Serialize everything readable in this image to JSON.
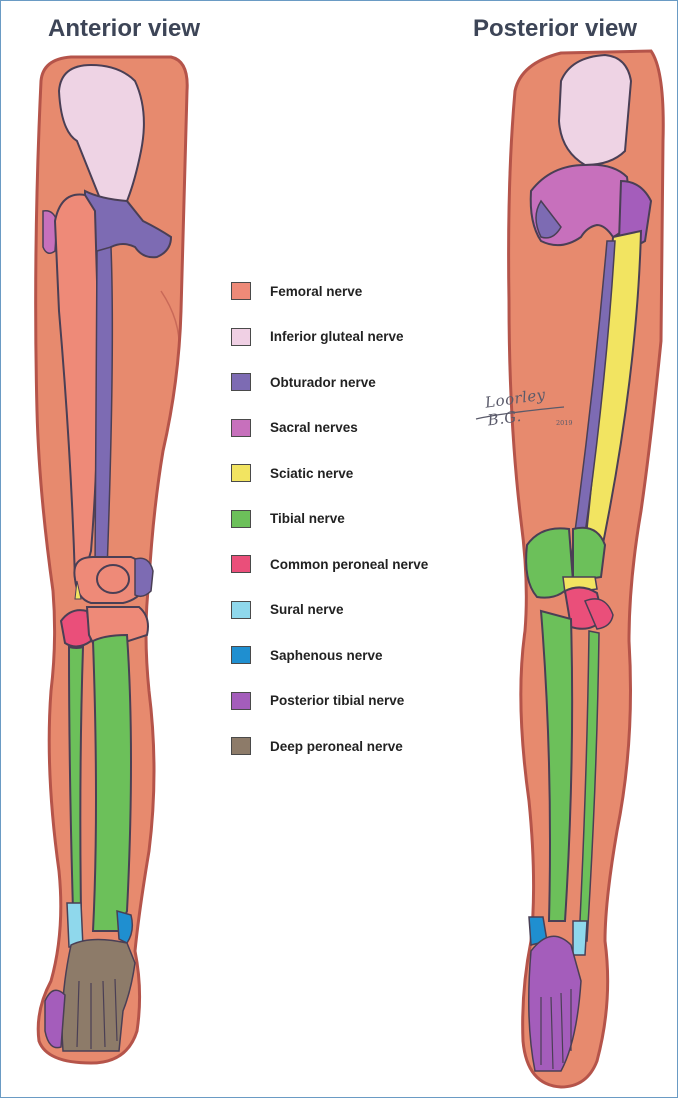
{
  "titles": {
    "anterior": "Anterior view",
    "posterior": "Posterior view"
  },
  "legend": [
    {
      "label": "Femoral nerve",
      "color": "#ee8a78"
    },
    {
      "label": "Inferior gluteal nerve",
      "color": "#f0d0e4"
    },
    {
      "label": "Obturador nerve",
      "color": "#7d6bb3"
    },
    {
      "label": "Sacral nerves",
      "color": "#c770bc"
    },
    {
      "label": "Sciatic nerve",
      "color": "#f2e461"
    },
    {
      "label": "Tibial nerve",
      "color": "#6cc05a"
    },
    {
      "label": "Common peroneal nerve",
      "color": "#ea4f7a"
    },
    {
      "label": "Sural nerve",
      "color": "#8fd8ec"
    },
    {
      "label": "Saphenous nerve",
      "color": "#1f8fd0"
    },
    {
      "label": "Posterior tibial nerve",
      "color": "#a45dbb"
    },
    {
      "label": "Deep peroneal nerve",
      "color": "#8d7b69"
    }
  ],
  "colors": {
    "skin": "#e78a6e",
    "skin_edge": "#b5544a"
  },
  "signature": {
    "name": "Loorley B.G.",
    "year": "2019"
  }
}
